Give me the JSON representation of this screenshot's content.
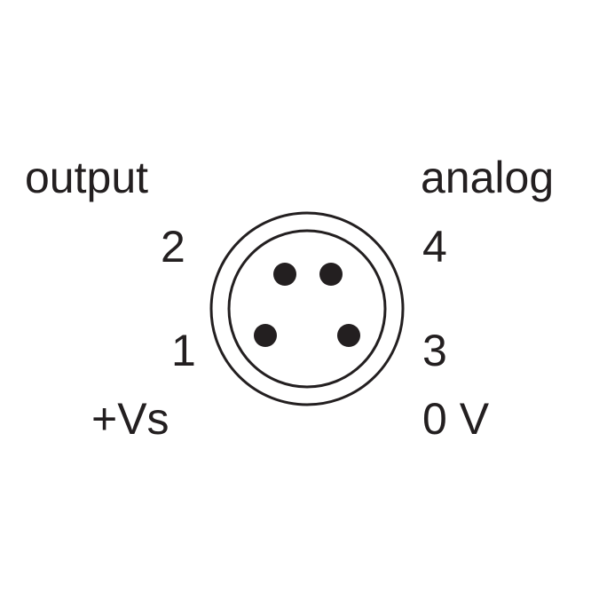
{
  "labels": {
    "output": "output",
    "analog": "analog",
    "pin2": "2",
    "pin4": "4",
    "pin1": "1",
    "pin3": "3",
    "vs": "+Vs",
    "zero_v": "0 V"
  },
  "colors": {
    "ink": "#231f20",
    "background": "#ffffff"
  }
}
